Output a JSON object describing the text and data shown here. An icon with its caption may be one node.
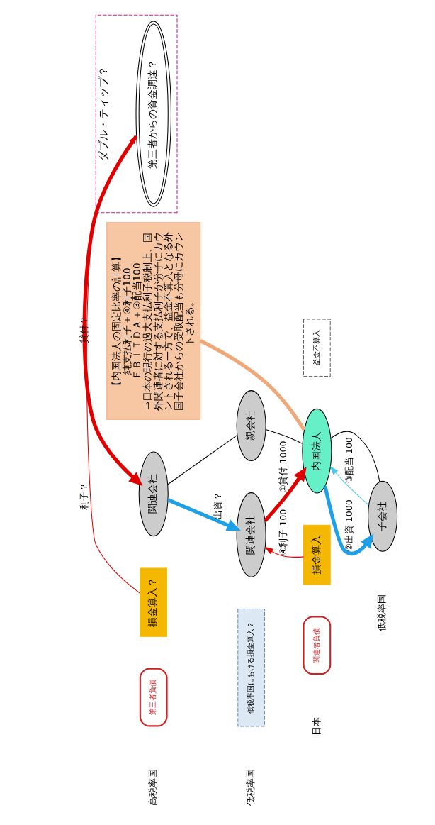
{
  "diagram": {
    "nodes": [
      {
        "text": [
          "ダブル・ティップ？"
        ]
      },
      {
        "text": [
          "第三者からの資金調達？"
        ],
        "in": 0
      },
      {
        "text": [
          "関連会社"
        ]
      },
      {
        "text": [
          "第三者負債"
        ]
      },
      {
        "text": [
          "損金算入？"
        ]
      },
      {
        "text": [
          "【内国法人の固定比率の計算】",
          "純支払利子＋④利子100",
          "ＥＢＩＴＤＡ＋③配当100",
          "⇒日本の現行の過大支払利子税制上、国外関連者に対する支払利子が分子にカウントされる一方で、益金不算入となる外国子会社からの受取配当も分母にカウントされる。"
        ]
      },
      {
        "text": [
          "親会社"
        ]
      },
      {
        "text": [
          "関連会社"
        ]
      },
      {
        "text": [
          "低税率国における損金算入？"
        ]
      },
      {
        "text": [
          "関連者負債"
        ]
      },
      {
        "text": [
          "内国法人"
        ]
      },
      {
        "text": [
          "損金算入"
        ]
      },
      {
        "text": [
          "益金不算入"
        ]
      },
      {
        "text": [
          "子会社"
        ]
      }
    ],
    "edges": [
      {
        "from": 1,
        "to": 2,
        "arrow": "to",
        "label": "貸付？",
        "style": "thick",
        "color": "#e00000"
      },
      {
        "from": 4,
        "to": 1,
        "arrow": "to",
        "label": "利子？",
        "color": "#e00000"
      },
      {
        "from": 6,
        "to": 2,
        "arrow": "none",
        "color": "#000000"
      },
      {
        "from": 2,
        "to": 7,
        "arrow": "to",
        "label": "出資？",
        "style": "thick",
        "color": "#1ea0e6"
      },
      {
        "from": 7,
        "to": 10,
        "arrow": "to",
        "label": "①貸付 1000",
        "style": "thick",
        "color": "#e00000"
      },
      {
        "from": 11,
        "to": 7,
        "arrow": "to",
        "label": "④利子 100",
        "color": "#e00000"
      },
      {
        "from": 6,
        "to": 10,
        "arrow": "none",
        "color": "#000000"
      },
      {
        "from": 5,
        "to": 10,
        "arrow": "none",
        "style": "thick",
        "color": "#f0a878"
      },
      {
        "from": 10,
        "to": 13,
        "arrow": "none",
        "color": "#000000"
      },
      {
        "from": 10,
        "to": 13,
        "arrow": "to",
        "label": "②出資 1000",
        "style": "thick",
        "color": "#1ea0e6"
      },
      {
        "from": 13,
        "to": 10,
        "arrow": "to",
        "label": "③配当 100",
        "color": "#4cc4f0"
      }
    ],
    "labels": [
      "高税率国",
      "低税率国",
      "日本",
      "低税率国"
    ]
  }
}
